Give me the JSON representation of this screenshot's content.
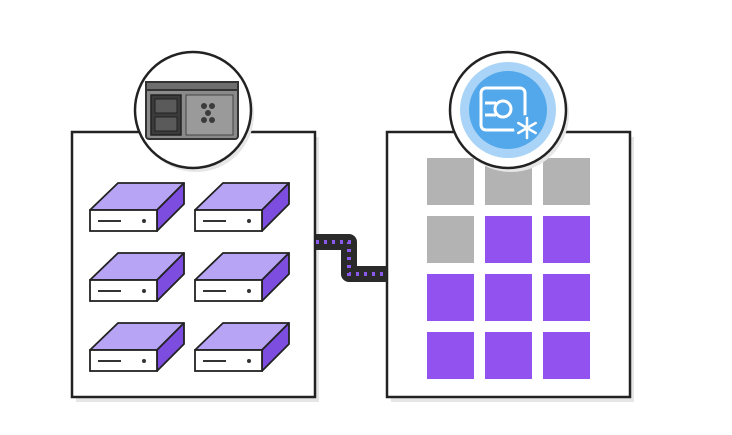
{
  "diagram": {
    "left_panel": {
      "badge_icon": "storage-appliance-icon",
      "drive_rows": 3,
      "drive_cols": 2
    },
    "right_panel": {
      "badge_icon": "frozen-vault-icon",
      "grid_rows": 4,
      "grid_cols": 3,
      "tiles": [
        "gray",
        "gray",
        "gray",
        "gray",
        "purple",
        "purple",
        "purple",
        "purple",
        "purple",
        "purple",
        "purple",
        "purple"
      ]
    },
    "connector": {
      "icon": "data-transfer-cable"
    }
  },
  "colors": {
    "panel_border": "#222222",
    "panel_fill": "#ffffff",
    "shadow": "#e6e6e6",
    "drive_top": "#b8a4f5",
    "drive_side": "#7c4dde",
    "drive_front": "#ffffff",
    "tile_gray": "#b3b3b3",
    "tile_purple": "#9152f0",
    "vault_outer": "#a9d4f7",
    "vault_inner": "#52a8eb",
    "appliance_body": "#8a8a8a",
    "appliance_dark": "#3b3b3b",
    "cable": "#2a2a2a",
    "cable_dash": "#8b59ee"
  }
}
